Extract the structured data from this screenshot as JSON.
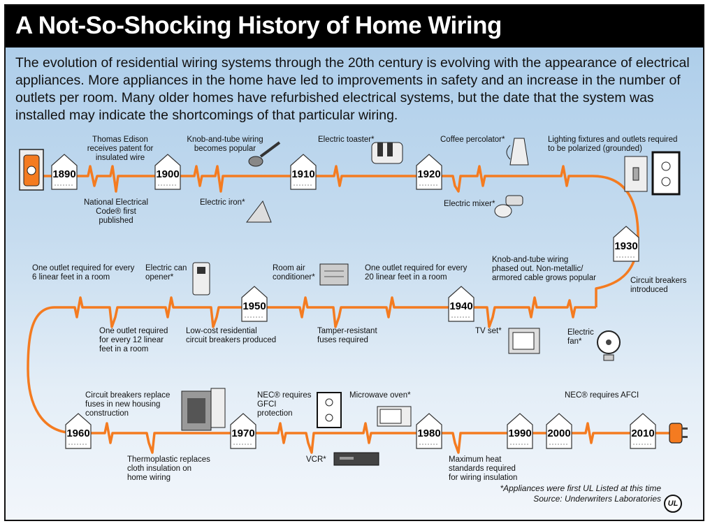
{
  "title": "A Not-So-Shocking History of Home Wiring",
  "intro": "The evolution of residential wiring systems through the 20th century is evolving with the appearance of electrical appliances. More appliances in the home have led to improvements in safety and an increase in the number of outlets per room. Many older homes have refurbished electrical systems, but the date that the system was installed may indicate the shortcomings of that particular wiring.",
  "years": [
    "1890",
    "1900",
    "1910",
    "1920",
    "1930",
    "1940",
    "1950",
    "1960",
    "1970",
    "1980",
    "1990",
    "2000",
    "2010"
  ],
  "events": {
    "edison": "Thomas Edison receives patent for insulated wire",
    "nec_code": "National Electrical Code® first published",
    "knob_tube": "Knob-and-tube wiring becomes popular",
    "iron": "Electric iron*",
    "toaster": "Electric toaster*",
    "percolator": "Coffee percolator*",
    "mixer": "Electric mixer*",
    "polarized": "Lighting fixtures and outlets required to be polarized (grounded)",
    "breakers_intro": "Circuit breakers introduced",
    "knob_phased": "Knob-and-tube wiring phased out. Non-metallic/ armored cable grows popular",
    "fan": "Electric fan*",
    "tv": "TV set*",
    "outlet20": "One outlet required for every 20 linear feet in a room",
    "tamper": "Tamper-resistant fuses required",
    "air": "Room air conditioner*",
    "lowcost": "Low-cost residential circuit breakers produced",
    "can": "Electric can opener*",
    "outlet12": "One outlet required for every 12 linear feet in a room",
    "outlet6": "One outlet required for every 6 linear feet in a room",
    "breakers_replace": "Circuit breakers replace fuses in new housing construction",
    "thermo": "Thermoplastic replaces cloth insulation on home wiring",
    "gfci": "NEC® requires GFCI protection",
    "vcr": "VCR*",
    "microwave": "Microwave oven*",
    "heat": "Maximum heat standards required for wiring insulation",
    "afci": "NEC® requires AFCI"
  },
  "footnote": "*Appliances were first UL Listed at this time",
  "source": "Source: Underwriters Laboratories",
  "ul_logo": "UL",
  "colors": {
    "wire": "#f47b20",
    "title_bg": "#000000",
    "title_text": "#ffffff"
  }
}
